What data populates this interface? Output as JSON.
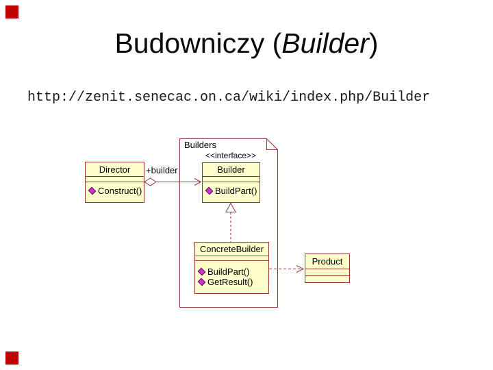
{
  "slide": {
    "title": {
      "prefix": "Budowniczy (",
      "italic": "Builder",
      "suffix": ")"
    },
    "link": "http://zenit.senecac.on.ca/wiki/index.php/Builder"
  },
  "diagram": {
    "package": {
      "label": "Builders"
    },
    "stereotype": "<<interface>>",
    "association": {
      "label": "+builder"
    },
    "classes": {
      "director": {
        "name": "Director",
        "methods": [
          "Construct()"
        ]
      },
      "builder": {
        "name": "Builder",
        "methods": [
          "BuildPart()"
        ]
      },
      "concrete_builder": {
        "name": "ConcreteBuilder",
        "methods": [
          "BuildPart()",
          "GetResult()"
        ]
      },
      "product": {
        "name": "Product",
        "methods": []
      }
    }
  },
  "colors": {
    "class_fill": "#FFFFCC",
    "diagram_line": "#993333",
    "method_icon": "#CC33CC",
    "corner_marker": "#C00000",
    "text": "#000000"
  }
}
